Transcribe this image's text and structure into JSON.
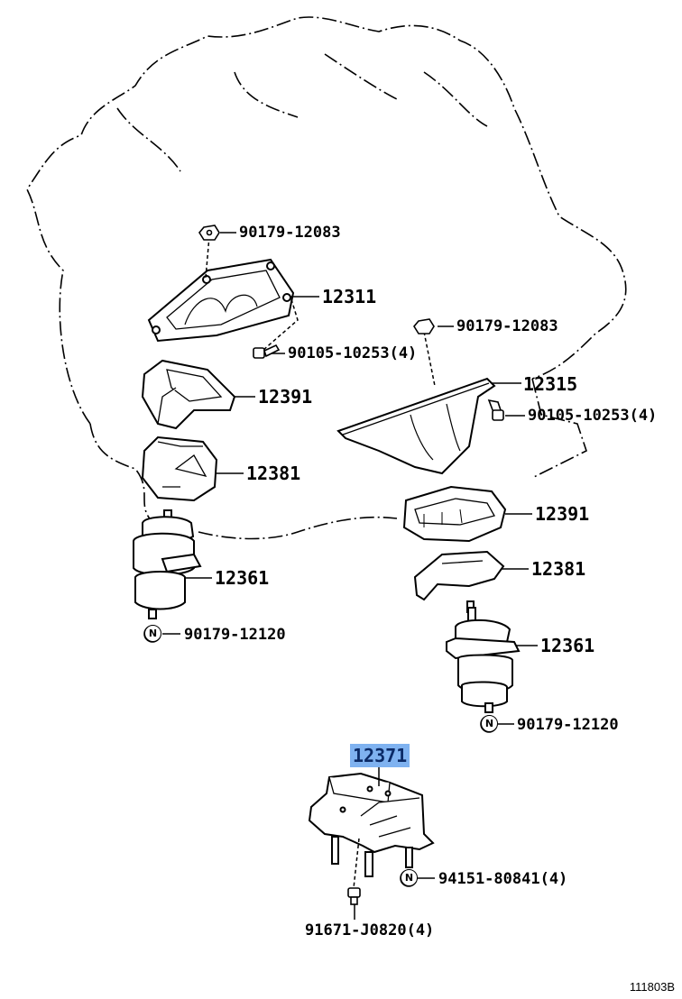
{
  "diagram": {
    "id_code": "111803B",
    "notation_mark": "N",
    "labels": {
      "nut_top_left": "90179-12083",
      "bracket_left": "12311",
      "bolt_left": "90105-10253(4)",
      "stopper_left": "12391",
      "insulator_left": "12381",
      "mount_left": "12361",
      "nut_bottom_left": "90179-12120",
      "nut_top_right": "90179-12083",
      "bracket_right": "12315",
      "bolt_right": "90105-10253(4)",
      "stopper_right": "12391",
      "insulator_right": "12381",
      "mount_right": "12361",
      "nut_bottom_right": "90179-12120",
      "rear_mount": "12371",
      "nut_rear": "94151-80841(4)",
      "bolt_rear": "91671-J0820(4)"
    },
    "highlight_color": "#7fb2f0"
  }
}
